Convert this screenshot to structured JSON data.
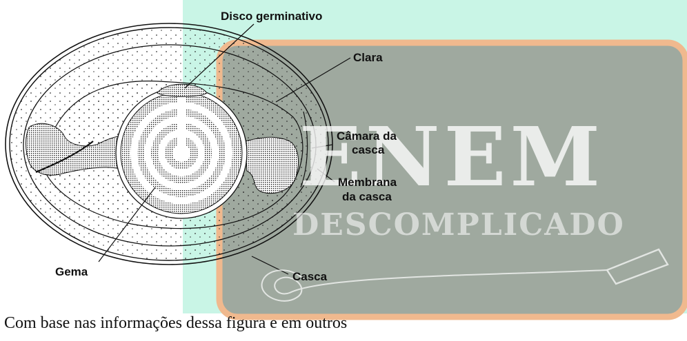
{
  "diagram": {
    "labels": {
      "disco": "Disco germinativo",
      "clara": "Clara",
      "camara_1": "Câmara da",
      "camara_2": "casca",
      "membrana_1": "Membrana",
      "membrana_2": "da casca",
      "gema": "Gema",
      "casca": "Casca"
    }
  },
  "watermark": {
    "title": "ENEM",
    "subtitle": "DESCOMPLICADO"
  },
  "caption": "Com base nas informações dessa figura e em outros",
  "colors": {
    "mint": "#c9f5e6",
    "board": "#9fa99f",
    "board_border": "#f0b98e"
  }
}
